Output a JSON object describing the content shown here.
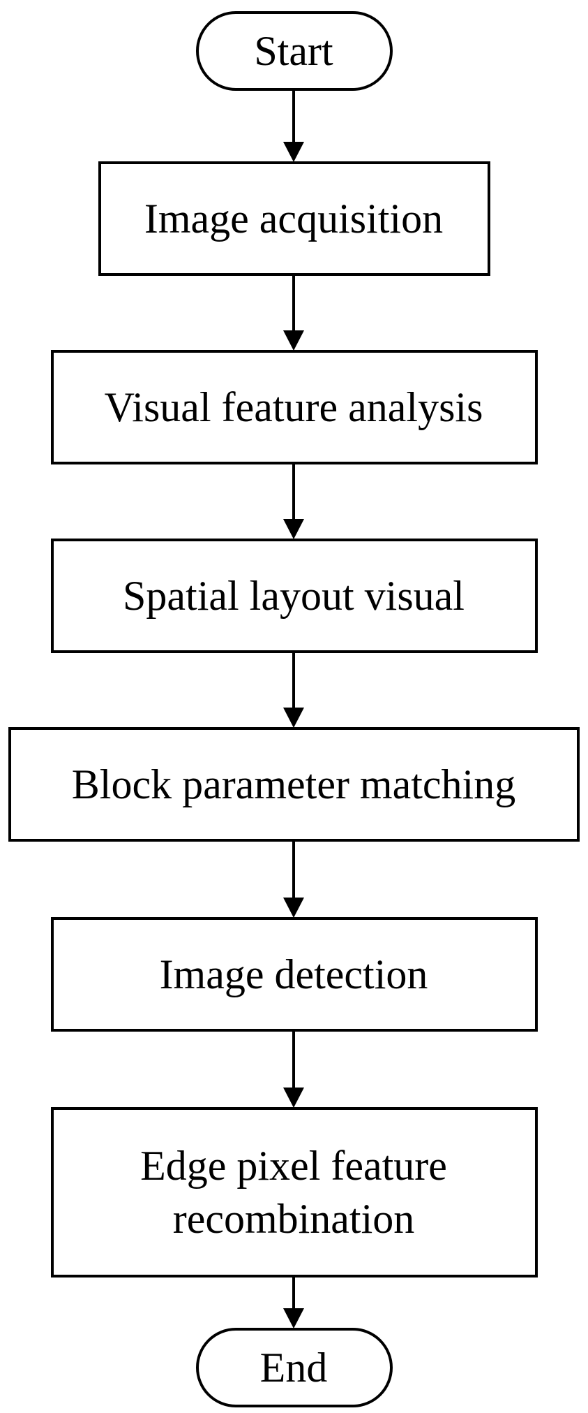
{
  "diagram": {
    "type": "flowchart",
    "nodes": [
      {
        "id": "start",
        "shape": "terminator",
        "lines": [
          "Start"
        ]
      },
      {
        "id": "image-acquisition",
        "shape": "process",
        "lines": [
          "Image acquisition"
        ]
      },
      {
        "id": "visual-feature-analysis",
        "shape": "process",
        "lines": [
          "Visual feature analysis"
        ]
      },
      {
        "id": "spatial-layout-visual",
        "shape": "process",
        "lines": [
          "Spatial layout visual"
        ]
      },
      {
        "id": "block-parameter-matching",
        "shape": "process",
        "lines": [
          "Block parameter matching"
        ]
      },
      {
        "id": "image-detection",
        "shape": "process",
        "lines": [
          "Image detection"
        ]
      },
      {
        "id": "edge-pixel-feature-recombination",
        "shape": "process",
        "lines": [
          "Edge pixel feature",
          "recombination"
        ]
      },
      {
        "id": "end",
        "shape": "terminator",
        "lines": [
          "End"
        ]
      }
    ],
    "edges": [
      {
        "from": "start",
        "to": "image-acquisition"
      },
      {
        "from": "image-acquisition",
        "to": "visual-feature-analysis"
      },
      {
        "from": "visual-feature-analysis",
        "to": "spatial-layout-visual"
      },
      {
        "from": "spatial-layout-visual",
        "to": "block-parameter-matching"
      },
      {
        "from": "block-parameter-matching",
        "to": "image-detection"
      },
      {
        "from": "image-detection",
        "to": "edge-pixel-feature-recombination"
      },
      {
        "from": "edge-pixel-feature-recombination",
        "to": "end"
      }
    ]
  }
}
